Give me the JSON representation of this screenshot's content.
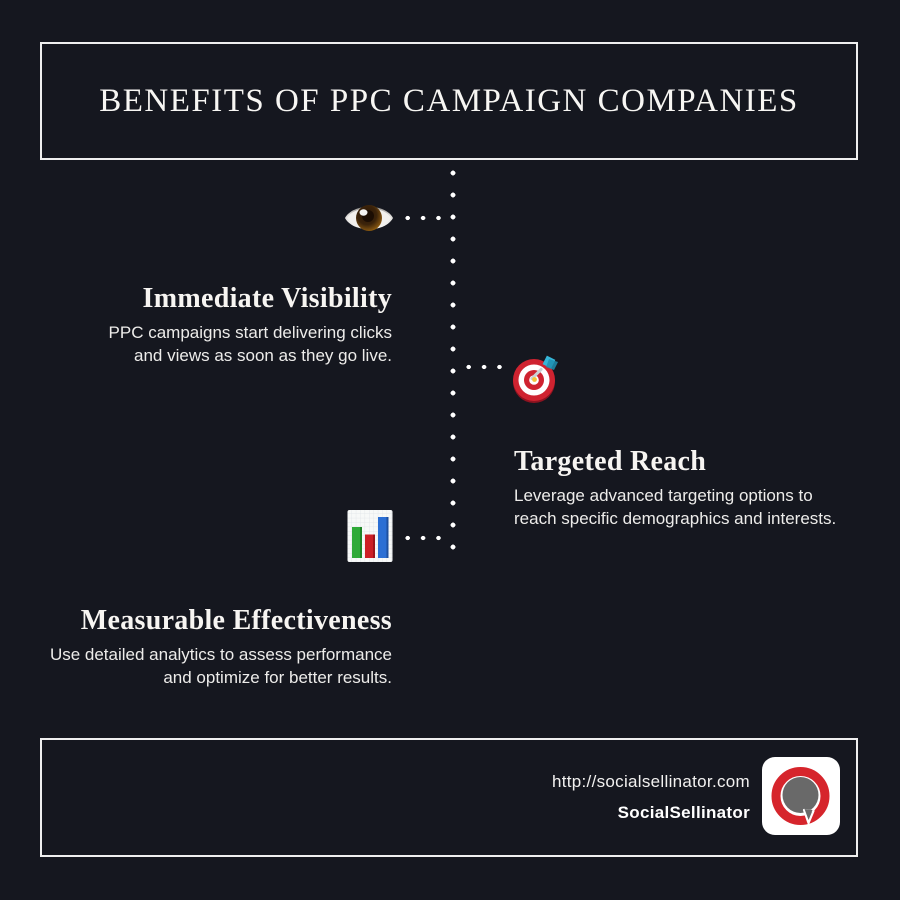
{
  "page": {
    "background_color": "#15171F",
    "border_color": "#EFEFEF",
    "text_color": "#EDECEA"
  },
  "header": {
    "title": "BENEFITS OF PPC CAMPAIGN COMPANIES"
  },
  "items": [
    {
      "icon": "eye-icon",
      "title": "Immediate Visibility",
      "body_lines": [
        "PPC campaigns start delivering clicks",
        "and views as soon as they go live."
      ]
    },
    {
      "icon": "target-icon",
      "title": "Targeted Reach",
      "body_lines": [
        "Leverage advanced targeting options to",
        "reach specific demographics and interests."
      ]
    },
    {
      "icon": "bar-chart-icon",
      "title": "Measurable Effectiveness",
      "body_lines": [
        "Use detailed analytics to assess performance",
        "and optimize for better results."
      ]
    }
  ],
  "footer": {
    "url": "http://socialsellinator.com",
    "brand": "SocialSellinator",
    "logo_colors": {
      "ring": "#D6252C",
      "bubble": "#696969",
      "tile": "#FFFFFF"
    }
  }
}
